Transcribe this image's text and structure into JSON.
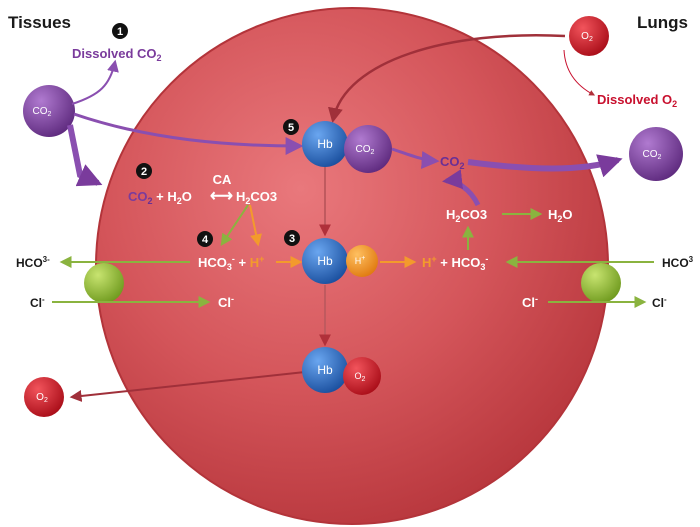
{
  "labels": {
    "tissues": "Tissues",
    "lungs": "Lungs"
  },
  "steps": {
    "step1": "1",
    "step2": "2",
    "step3": "3",
    "step4": "4",
    "step5": "5"
  },
  "tissue_side": {
    "dissolved_co2": "Dissolved CO",
    "dissolved_co2_sub": "2",
    "co2_ball": "CO",
    "co2_ball_sub": "2",
    "o2_ball": "O",
    "o2_ball_sub": "2",
    "hco3_out": "HCO",
    "hco3_out_sup": "3",
    "hco3_out_charge": "-",
    "cl_in": "Cl",
    "cl_in_charge": "-"
  },
  "lung_side": {
    "o2_ball": "O",
    "o2_ball_sub": "2",
    "dissolved_o2": "Dissolved O",
    "dissolved_o2_sub": "2",
    "co2_ball": "CO",
    "co2_ball_sub": "2",
    "hco3_in": "HCO",
    "hco3_in_sup": "3",
    "cl_out": "Cl",
    "cl_out_charge": "-"
  },
  "cell": {
    "reaction_left_co2": "CO",
    "reaction_left_co2_sub": "2",
    "reaction_left_rest": " + H",
    "reaction_left_h2o_sub": "2",
    "reaction_left_o": "O",
    "reaction_arrow": "⟷",
    "reaction_right_h": "H",
    "reaction_right_sub": "2",
    "reaction_right_rest": "CO3",
    "ca_label": "CA",
    "hco3_left": "HCO",
    "hco3_left_sub": "3",
    "hco3_left_charge": "-",
    "plus": " + ",
    "h_plus_left": "H",
    "h_plus_charge": "+",
    "h_plus_right": "H",
    "hco3_right": " + HCO",
    "hco3_right_sub": "3",
    "hco3_right_charge": "-",
    "h2co3_right_h": "H",
    "h2co3_right_sub": "2",
    "h2co3_right_rest": "CO3",
    "h2o_right_h": "H",
    "h2o_right_sub": "2",
    "h2o_right_o": "O",
    "co2_right": "CO",
    "co2_right_sub": "2",
    "cl_in_cell": "Cl",
    "cl_in_cell_charge": "-",
    "cl_out_cell": "Cl",
    "cl_out_cell_charge": "-"
  },
  "hemoglobin": {
    "hb": "Hb",
    "co2": "CO",
    "co2_sub": "2",
    "h": "H",
    "h_sup": "+",
    "o2": "O",
    "o2_sub": "2"
  },
  "colors": {
    "cell": "#c8474b",
    "purple": "#7a3b9c",
    "orange": "#f39a2c",
    "green": "#8ab33f",
    "hb_blue": "#2c6fc9",
    "red_o2": "#c8102e"
  }
}
